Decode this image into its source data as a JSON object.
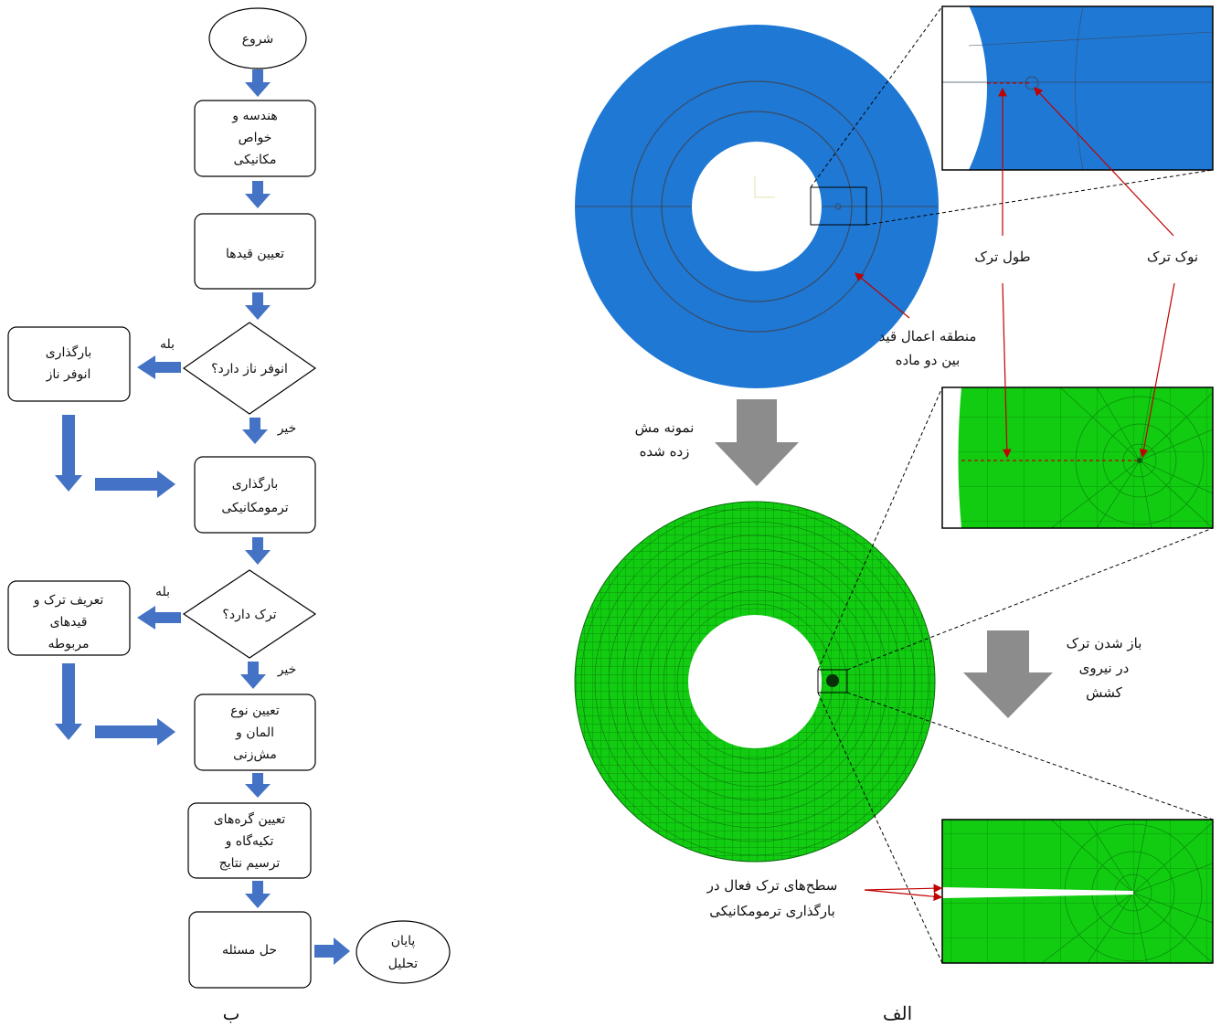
{
  "flowchart": {
    "start": "شروع",
    "geometry": [
      "هندسه و",
      "خواص",
      "مکانیکی"
    ],
    "constraints": "تعیین قیدها",
    "decision_anofraz": "انوفر ناز دارد؟",
    "loading_anofraz": [
      "بارگذاری",
      "انوفر ناز"
    ],
    "thermo_loading": [
      "بارگذاری",
      "ترمومکانیکی"
    ],
    "decision_crack": "ترک دارد؟",
    "crack_def": [
      "تعریف ترک و",
      "قیدهای",
      "مربوطه"
    ],
    "element_mesh": [
      "تعیین نوع",
      "المان و",
      "مش‌زنی"
    ],
    "support_nodes": [
      "تعیین گره‌های",
      "تکیه‌گاه و",
      "ترسیم نتایج"
    ],
    "solve": "حل مسئله",
    "end": [
      "پایان",
      "تحلیل"
    ],
    "yes": "بله",
    "no": "خیر"
  },
  "model": {
    "crack_length": "طول ترک",
    "crack_tip": "نوک ترک",
    "constraint_region": [
      "منطقه اعمال قید",
      "بین دو ماده"
    ],
    "meshed_sample": [
      "نمونه مش",
      "زده شده"
    ],
    "crack_opening": [
      "باز شدن ترک",
      "در نیروی",
      "کشش"
    ],
    "active_surfaces": [
      "سطح‌های ترک فعال در",
      "بارگذاری ترمومکانیکی"
    ]
  },
  "captions": {
    "left": "ب",
    "right": "الف"
  },
  "colors": {
    "arrow": "#4472c4",
    "blue_model": "#1f78d4",
    "green_mesh": "#11cc11",
    "gray_arrow": "#8c8c8c",
    "red_annot": "#c00000"
  }
}
